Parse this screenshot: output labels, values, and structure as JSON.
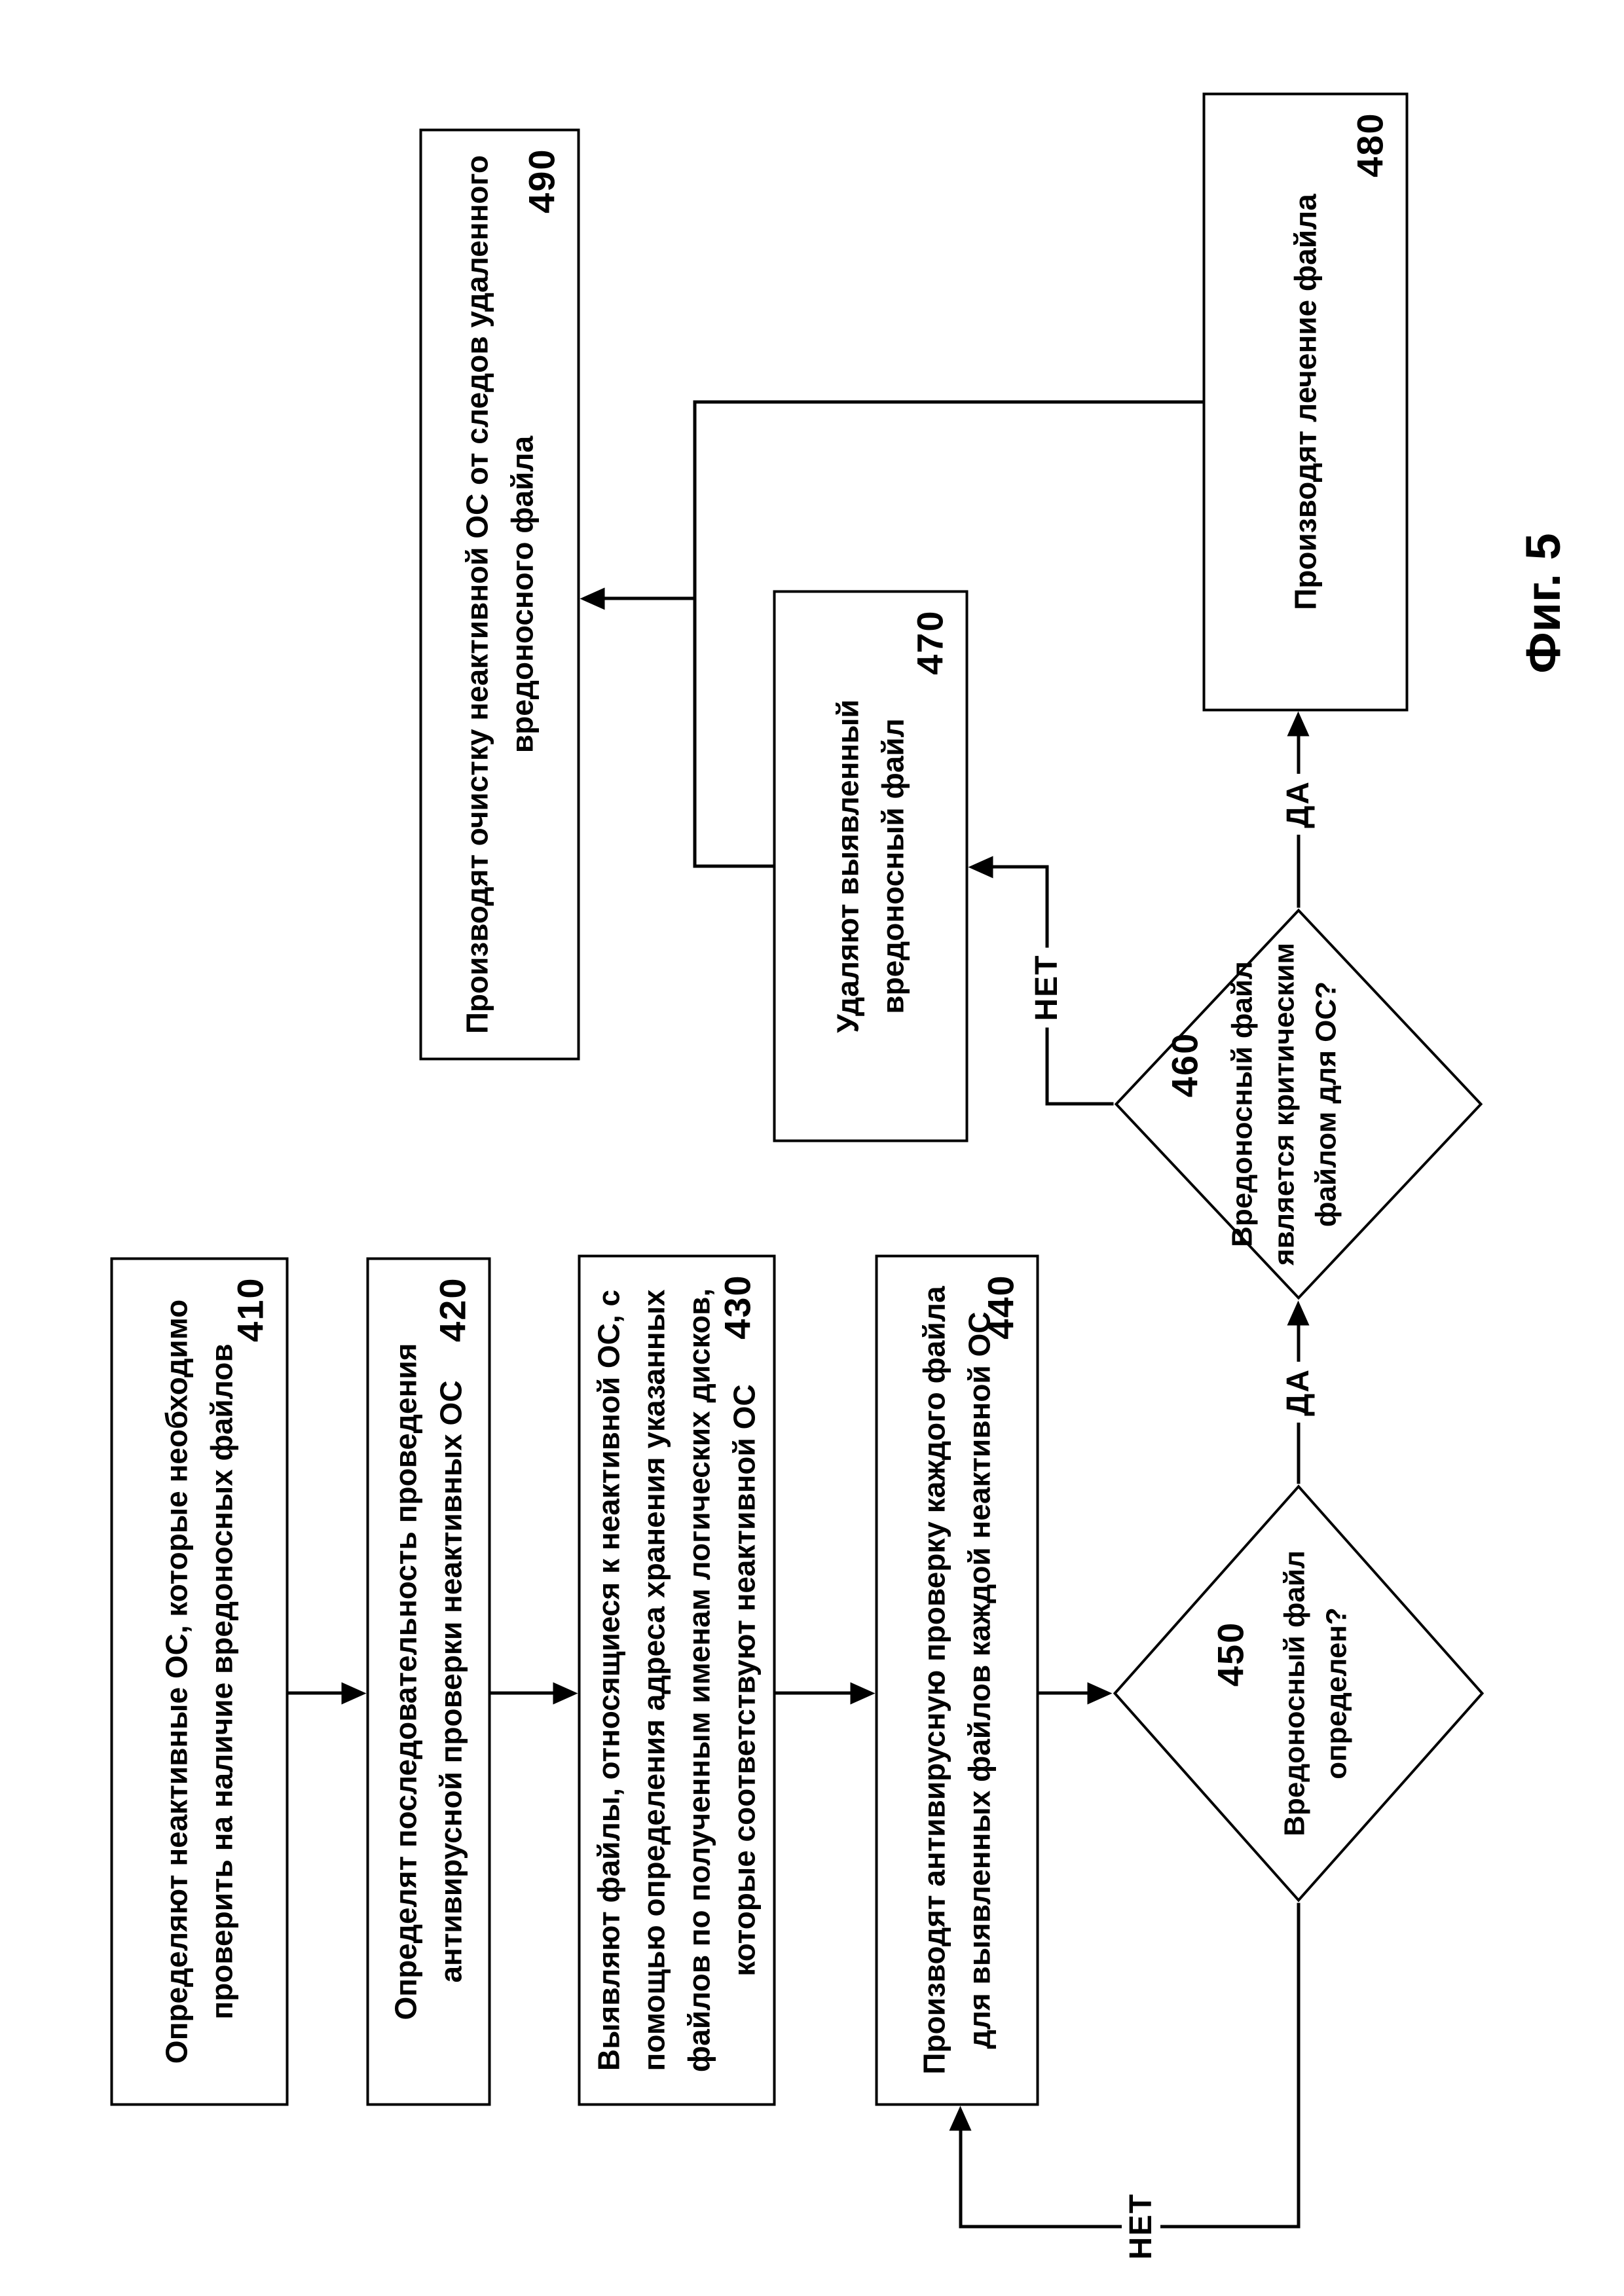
{
  "figure": {
    "caption": "Фиг. 5"
  },
  "diagram": {
    "type": "flowchart",
    "ink_color": "#000000",
    "background_color": "#ffffff",
    "labels": {
      "yes": "ДА",
      "no": "НЕТ"
    },
    "nodes": [
      {
        "id": "410",
        "shape": "rect",
        "num": "410",
        "lines": [
          "Определяют неактивные ОС, которые необходимо",
          "проверить на наличие вредоносных файлов"
        ]
      },
      {
        "id": "420",
        "shape": "rect",
        "num": "420",
        "lines": [
          "Определят последовательность проведения",
          "антивирусной проверки неактивных ОС"
        ]
      },
      {
        "id": "430",
        "shape": "rect",
        "num": "430",
        "lines": [
          "Выявляют файлы, относящиеся к неактивной ОС, с",
          "помощью определения адреса хранения указанных",
          "файлов по полученным именам логических дисков,",
          "которые соответствуют неактивной ОС"
        ]
      },
      {
        "id": "440",
        "shape": "rect",
        "num": "440",
        "lines": [
          "Производят антивирусную проверку каждого файла",
          "для выявленных файлов каждой неактивной ОС"
        ]
      },
      {
        "id": "450",
        "shape": "diamond",
        "num": "450",
        "lines": [
          "Вредоносный файл",
          "определен?"
        ]
      },
      {
        "id": "460",
        "shape": "diamond",
        "num": "460",
        "lines": [
          "Вредоносный файл",
          "является критическим",
          "файлом для ОС?"
        ]
      },
      {
        "id": "470",
        "shape": "rect",
        "num": "470",
        "lines": [
          "Удаляют выявленный",
          "вредоносный файл"
        ]
      },
      {
        "id": "480",
        "shape": "rect",
        "num": "480",
        "lines": [
          "Производят лечение файла"
        ]
      },
      {
        "id": "490",
        "shape": "rect",
        "num": "490",
        "lines": [
          "Производят очистку неактивной ОС от следов удаленного",
          "вредоносного файла"
        ]
      }
    ],
    "edges": [
      {
        "from": "410",
        "to": "420",
        "label": ""
      },
      {
        "from": "420",
        "to": "430",
        "label": ""
      },
      {
        "from": "430",
        "to": "440",
        "label": ""
      },
      {
        "from": "440",
        "to": "450",
        "label": ""
      },
      {
        "from": "450",
        "to": "460",
        "label": "ДА"
      },
      {
        "from": "450",
        "to": "440",
        "label": "НЕТ"
      },
      {
        "from": "460",
        "to": "470",
        "label": "НЕТ"
      },
      {
        "from": "460",
        "to": "480",
        "label": "ДА"
      },
      {
        "from": "470",
        "to": "490",
        "label": ""
      },
      {
        "from": "480",
        "to": "490",
        "label": ""
      }
    ]
  }
}
